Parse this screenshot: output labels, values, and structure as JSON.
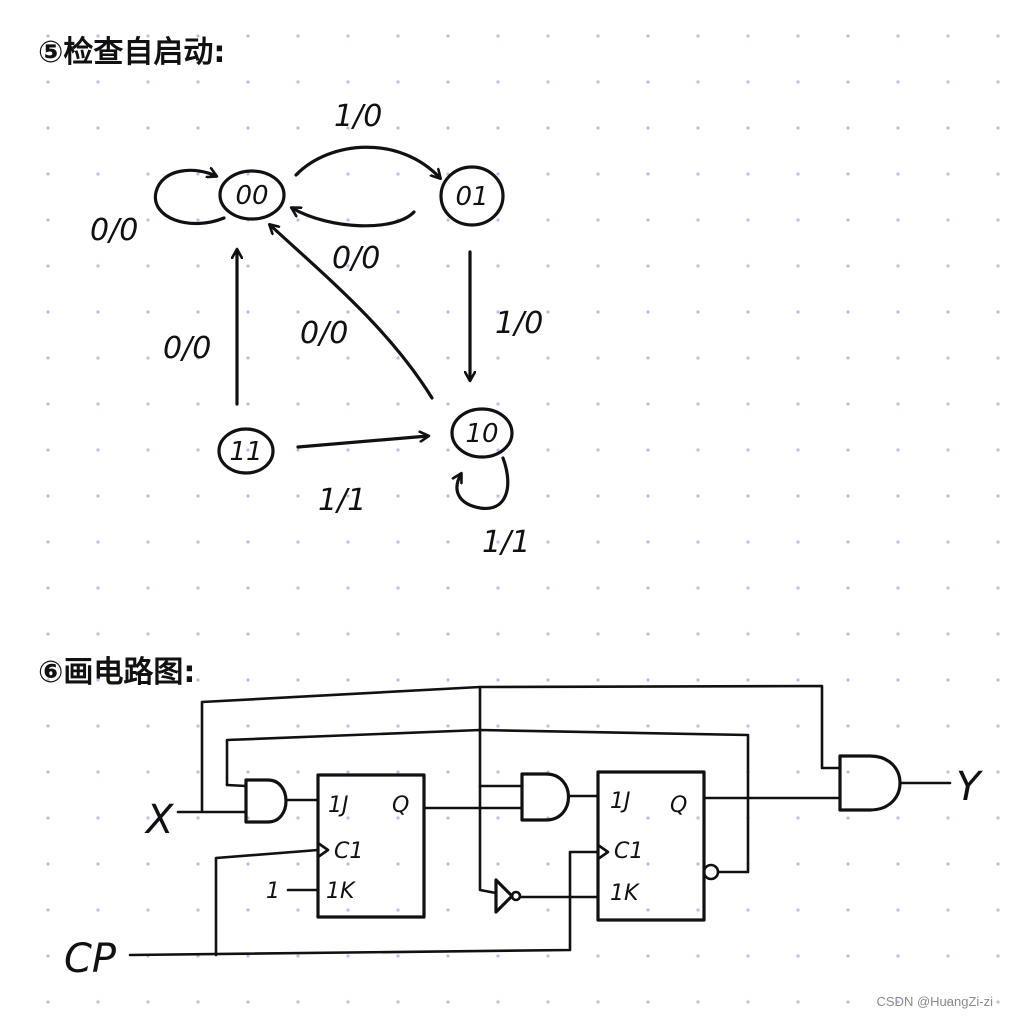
{
  "section5": {
    "heading": "⑤检查自启动:",
    "states": [
      "00",
      "01",
      "11",
      "10"
    ],
    "edges": [
      {
        "from": "00",
        "to": "00",
        "label": "0/0"
      },
      {
        "from": "00",
        "to": "01",
        "label": "1/0"
      },
      {
        "from": "01",
        "to": "00",
        "label": "0/0"
      },
      {
        "from": "01",
        "to": "10",
        "label": "1/0"
      },
      {
        "from": "11",
        "to": "00",
        "label": "0/0"
      },
      {
        "from": "10",
        "to": "00",
        "label": "0/0"
      },
      {
        "from": "11",
        "to": "10",
        "label": "1/1"
      },
      {
        "from": "10",
        "to": "10",
        "label": "1/1"
      }
    ]
  },
  "section6": {
    "heading": "⑥画电路图:",
    "ff1": {
      "j": "1J",
      "c": "C1",
      "k": "1K",
      "q": "Q"
    },
    "ff2": {
      "j": "1J",
      "c": "C1",
      "k": "1K",
      "q": "Q"
    },
    "const_one": "1",
    "input_x": "X",
    "input_cp": "CP",
    "output_y": "Y"
  },
  "watermark": "CSDN @HuangZi-zi",
  "colors": {
    "ink": "#111111",
    "paper": "#ffffff",
    "dot": "#b9bfe0",
    "watermark": "#8a8a8a"
  }
}
